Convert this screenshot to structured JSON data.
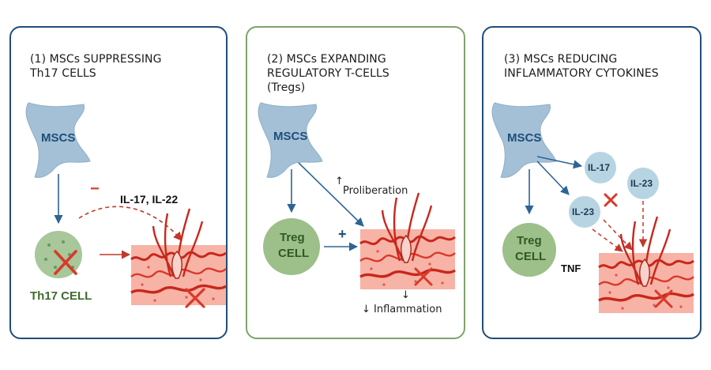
{
  "panels": [
    {
      "title": "(1) MSCs SUPPRESSING\nTh17 CELLS",
      "cell_label": "MSCS",
      "sign": "−",
      "cytokines": "IL-17, IL-22",
      "target_cell": "Th17 CELL"
    },
    {
      "title": "(2) MSCs EXPANDING\nREGULATORY T-CELLS\n(Tregs)",
      "cell_label": "MSCS",
      "up_arrow": "↑",
      "proliferation": "Proliberation",
      "sign": "+",
      "treg_line1": "Treg",
      "treg_line2": "CELL",
      "down_arrow": "↓",
      "inflammation": "↓ Inflammation"
    },
    {
      "title": "(3) MSCs REDUCING\nINFLAMMATORY CYTOKINES",
      "cell_label": "MSCS",
      "bubbles": [
        "IL-17",
        "IL-23",
        "IL-23"
      ],
      "treg_line1": "Treg",
      "treg_line2": "CELL",
      "tnf": "TNF"
    }
  ],
  "colors": {
    "navy": "#1f4e79",
    "green_border": "#7fa36b",
    "msc": "#9bb9d1",
    "treg": "#9dbf8a",
    "bubble": "#b7d4e2",
    "skin": "#f6a89a",
    "red": "#d83a2a",
    "arrow": "#2d6496"
  }
}
